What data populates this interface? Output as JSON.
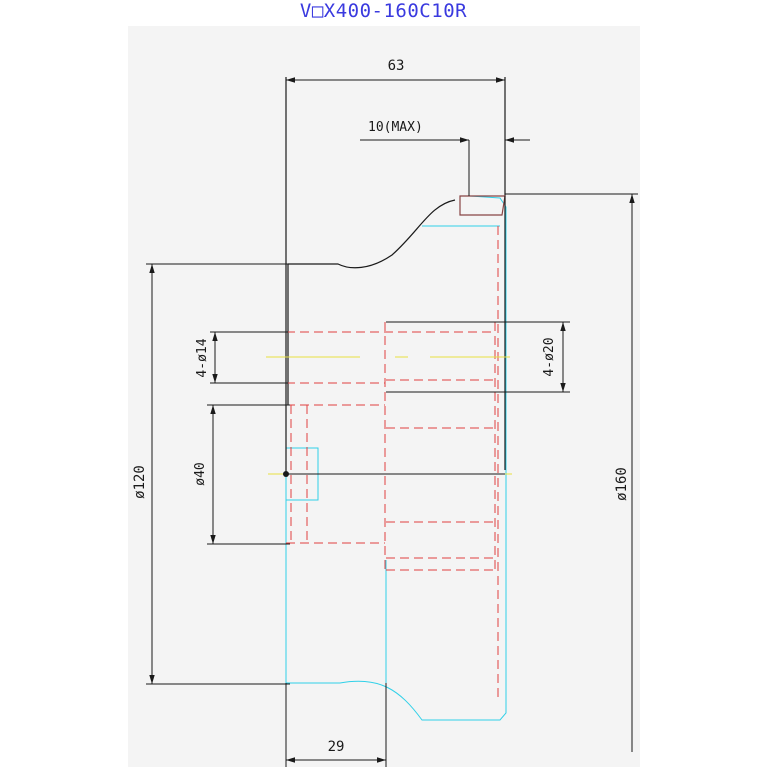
{
  "title": "V□X400-160C10R",
  "dimensions": {
    "overall_length": "63",
    "flange_max": "10(MAX)",
    "dia_outer": "ø160",
    "dia_body": "ø120",
    "holes_small": "4-ø14",
    "holes_large": "4-ø20",
    "dia_bore": "ø40",
    "hub_length": "29"
  },
  "colors": {
    "outline": "#1a1a1a",
    "hidden": "#e04040",
    "cyan": "#30d0e8",
    "center": "#e8e040",
    "title": "#3a3adf"
  }
}
